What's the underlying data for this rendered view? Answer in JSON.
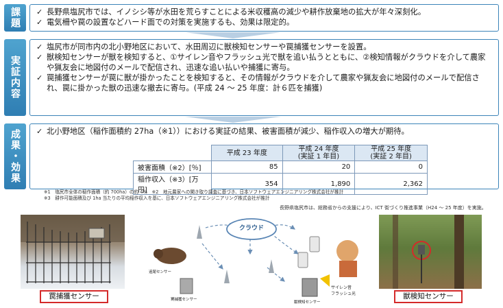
{
  "sections": {
    "issue": {
      "label": "課題",
      "bullets": [
        "長野県塩尻市では、イノシシ等が水田を荒らすことによる米収穫高の減少や耕作放棄地の拡大が年々深刻化。",
        "電気柵や罠の設置などハード面での対策を実施するも、効果は限定的。"
      ]
    },
    "demo": {
      "label": "実証内容",
      "bullets": [
        "塩尻市が同市内の北小野地区において、水田周辺に獣検知センサーや罠捕獲センサーを設置。",
        "獣検知センサーが獣を検知すると、①サイレン音やフラッシュ光で獣を追い払うとともに、②検知情報がクラウドを介して農家や猟友会に地図付のメールで配信され、迅速な追い払いや捕獲に寄与。",
        "罠捕獲センサーが罠に獣が掛かったことを検知すると、その情報がクラウドを介して農家や猟友会に地図付のメールで配信され、罠に掛かった獣の迅速な撤去に寄与。(平成 24 ～ 25 年度：計６匹を捕獲)"
      ]
    },
    "result": {
      "label": "成果・効果",
      "bullets": [
        "北小野地区（稲作面積約 27ha（※1））における実証の結果、被害面積が減少、稲作収入の増大が期待。"
      ]
    }
  },
  "table": {
    "headers": [
      "",
      "平成 23 年度",
      "平成 24 年度\n(実証 1 年目)",
      "平成 25 年度\n(実証 2 年目)"
    ],
    "rows": [
      {
        "label": "被害面積（※2）[％]",
        "values": [
          "85",
          "20",
          "0"
        ]
      },
      {
        "label": "稲作収入（※3）[万円]",
        "values": [
          "354",
          "1,890",
          "2,362"
        ]
      }
    ]
  },
  "notes": [
    "※1　塩尻市全体の稲作面積（約 700ha）の約 4％　※2　地元農家への聞き取り調査に基づき、日本ソフトウェアエンジニアリング株式会社が推計",
    "※3　耕作可能面積及び 1ha 当たりの平均稲作収入を基に、日本ソフトウェアエンジニアリング株式会社が推計"
  ],
  "credit": "長野県塩尻市は、総務省からの支援により、ICT 街づくり推進事業（H24 ～ 25 年度）を実施。",
  "diagram": {
    "cloud_label": "クラウド",
    "tracking_sensor": "追尾センサー",
    "trap_sensor_small": "罠捕獲センサー",
    "animal_sensor_small": "獣検知センサー",
    "siren": "サイレン音\nフラッシュ光"
  },
  "captions": {
    "trap": "罠捕獲センサー",
    "animal": "獣検知センサー"
  },
  "colors": {
    "label_bg": "#2f7eb3",
    "border": "#3b83b8",
    "table_header": "#dbe7f3",
    "caption_border": "#d42a2a"
  }
}
